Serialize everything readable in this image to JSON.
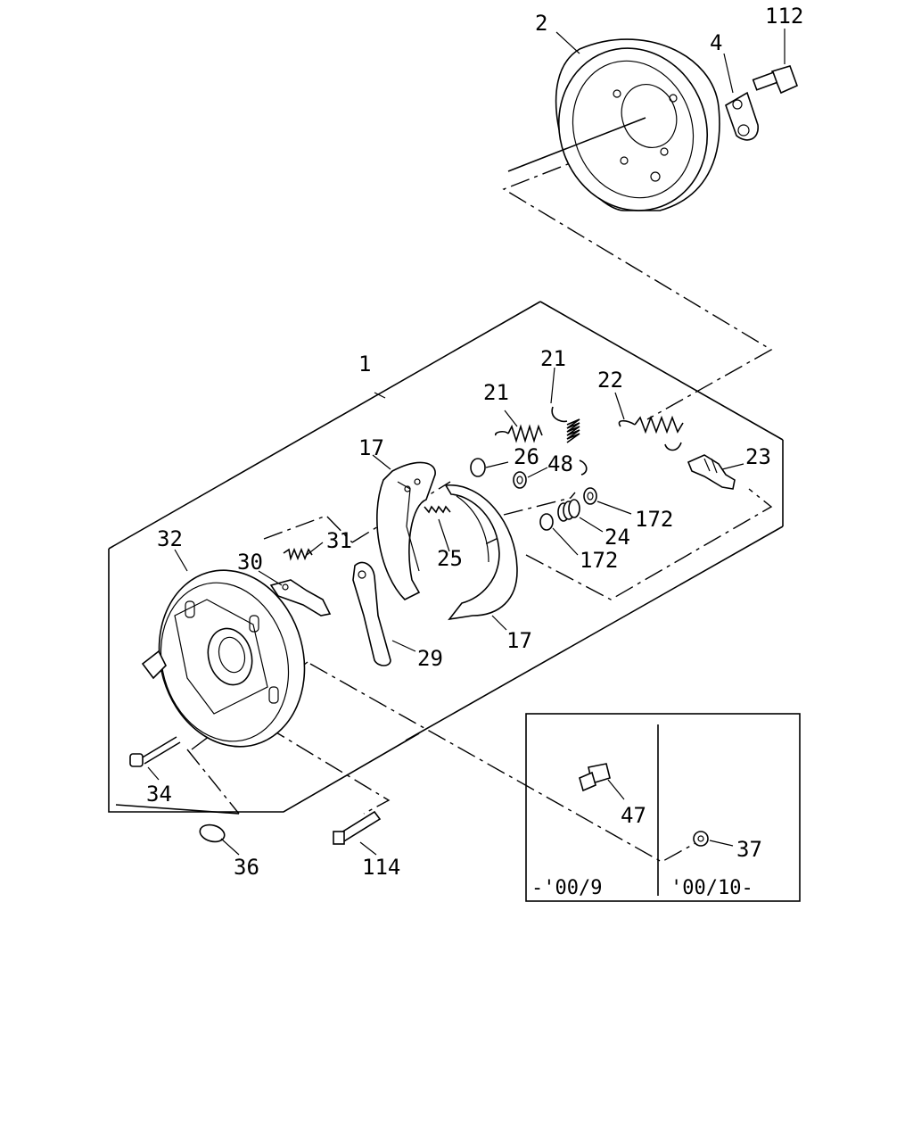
{
  "callouts": {
    "c1": "1",
    "c2": "2",
    "c4": "4",
    "c112": "112",
    "c21a": "21",
    "c21b": "21",
    "c22": "22",
    "c23": "23",
    "c17a": "17",
    "c17b": "17",
    "c26": "26",
    "c48": "48",
    "c172a": "172",
    "c172b": "172",
    "c24": "24",
    "c25": "25",
    "c31": "31",
    "c30": "30",
    "c32": "32",
    "c29": "29",
    "c34": "34",
    "c36": "36",
    "c114": "114",
    "c47": "47",
    "c37": "37"
  },
  "inset": {
    "left_range": "-'00/9",
    "right_range": "'00/10-"
  }
}
